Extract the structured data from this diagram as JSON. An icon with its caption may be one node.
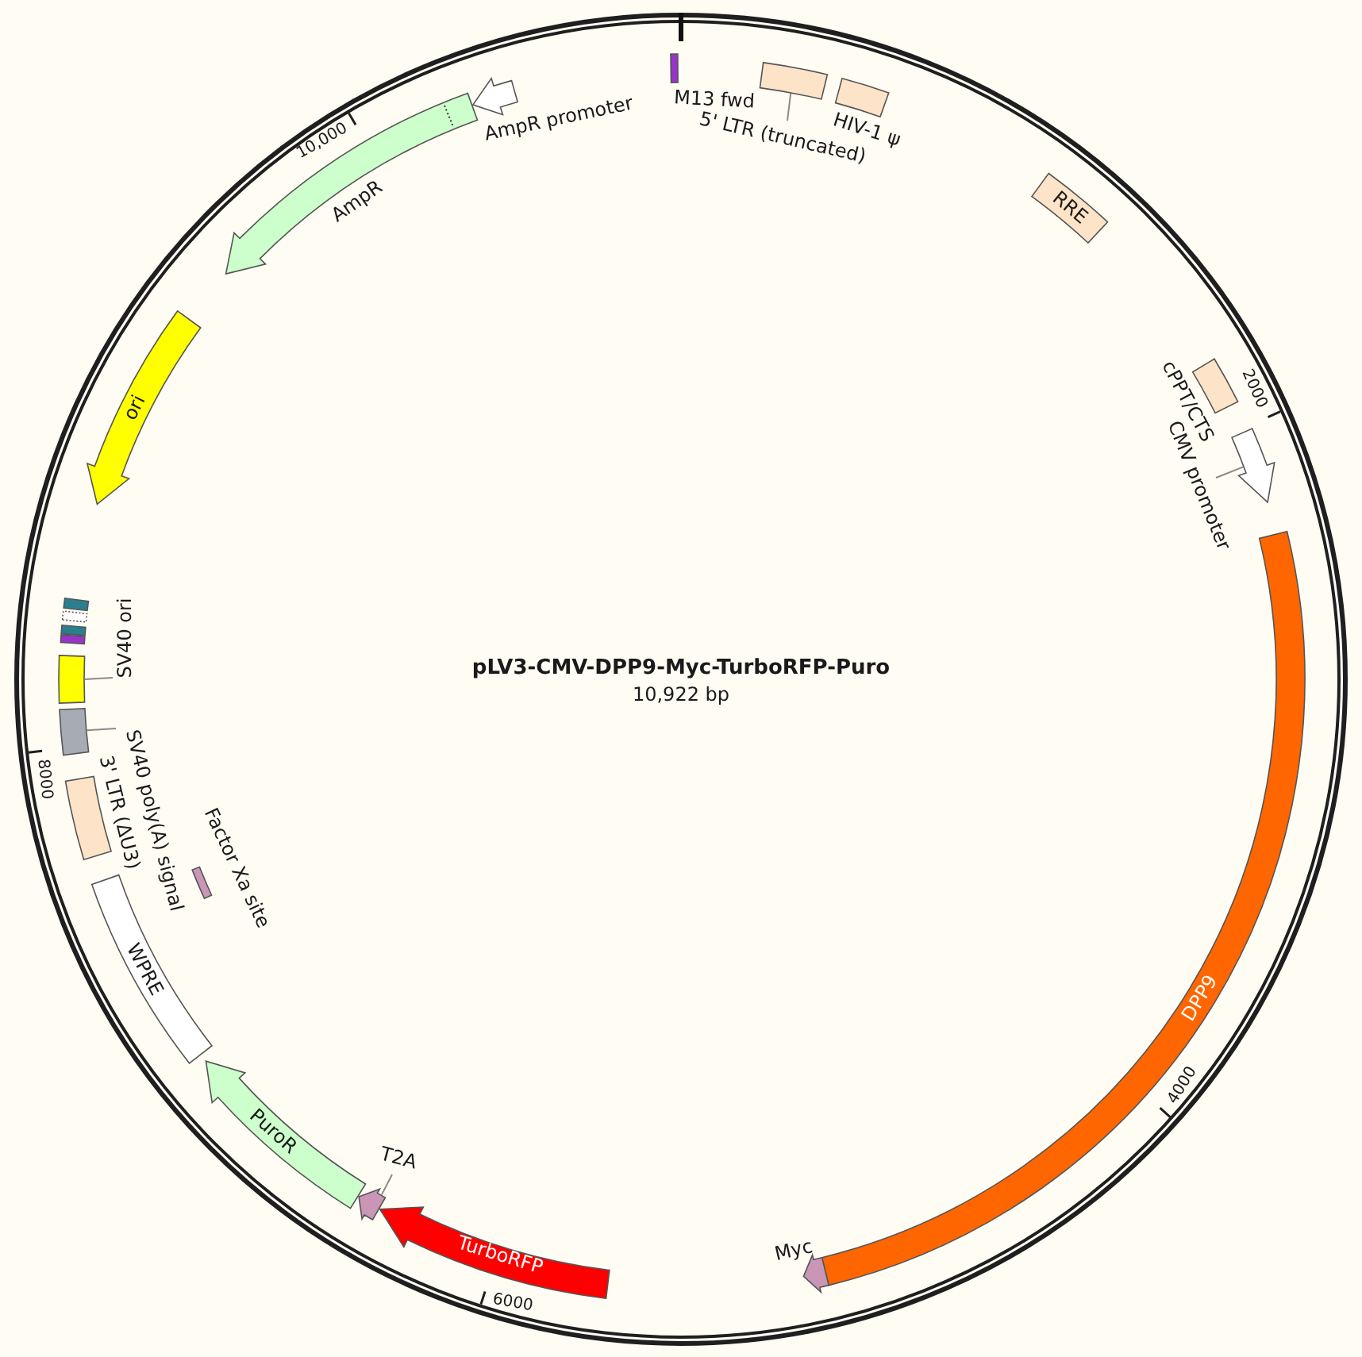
{
  "diagram": {
    "title": "pLV3-CMV-DPP9-Myc-TurboRFP-Puro",
    "nodes": [
      {
        "text": [],
        "shape": "bar",
        "beside": [
          "M13 fwd"
        ]
      },
      {
        "text": [],
        "shape": "box"
      },
      {
        "text": [
          "5' LTR (truncated)"
        ]
      },
      {
        "text": [],
        "shape": "box",
        "beside": [
          "HIV-1 ψ"
        ]
      },
      {
        "text": [
          "RRE"
        ]
      },
      {
        "text": [],
        "shape": "box",
        "beside": [
          "cPPT/CTS"
        ]
      },
      {
        "text": [],
        "shape": "arrow"
      },
      {
        "text": [
          "CMV promoter"
        ]
      },
      {
        "text": [
          "DPP9"
        ]
      },
      {
        "text": [],
        "shape": "arrow",
        "beside": [
          "Myc"
        ]
      },
      {
        "text": [
          "TurboRFP"
        ]
      },
      {
        "text": [],
        "shape": "arrow"
      },
      {
        "text": [
          "T2A"
        ]
      },
      {
        "text": [
          "PuroR"
        ]
      },
      {
        "text": [
          "WPRE"
        ]
      },
      {
        "text": [],
        "shape": "bar",
        "beside": [
          "Factor Xa site"
        ]
      },
      {
        "text": [],
        "shape": "box",
        "beside": [
          "3' LTR (ΔU3)"
        ]
      },
      {
        "text": [],
        "shape": "box"
      },
      {
        "text": [
          "SV40 poly(A) signal"
        ]
      },
      {
        "text": [],
        "shape": "box"
      },
      {
        "text": [
          "SV40 ori"
        ]
      },
      {
        "text": [],
        "shape": "bar"
      },
      {
        "text": [
          "ori"
        ]
      },
      {
        "text": [],
        "shape": "arrow",
        "beside": [
          "AmpR"
        ]
      },
      {
        "text": [],
        "shape": "arrow",
        "beside": [
          "AmpR promoter"
        ]
      }
    ],
    "edges": [
      {
        "from": 2,
        "to": 1,
        "arrow": "none"
      },
      {
        "from": 7,
        "to": 6,
        "arrow": "none"
      },
      {
        "from": 12,
        "to": 11,
        "arrow": "none"
      },
      {
        "from": 18,
        "to": 17,
        "arrow": "none"
      },
      {
        "from": 20,
        "to": 19,
        "arrow": "none"
      }
    ],
    "labels": [
      "10,922 bp",
      "2000",
      "4000",
      "6000",
      "8000",
      "10,000"
    ]
  }
}
